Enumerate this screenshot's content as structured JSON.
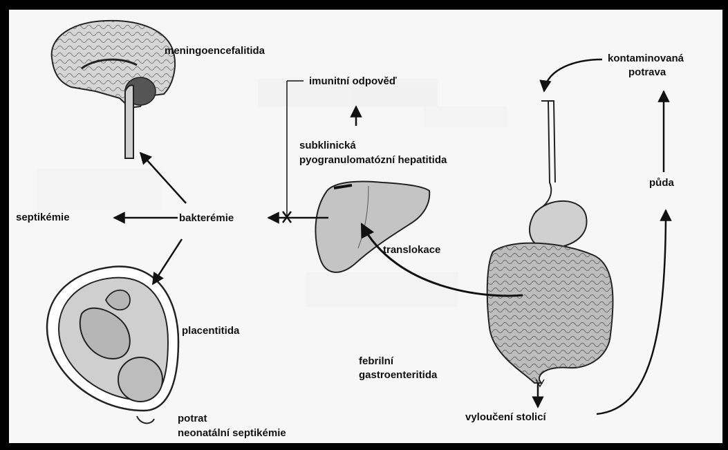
{
  "labels": {
    "meningo": "meningoencefalitida",
    "immune": "imunitní odpověď",
    "contam_1": "kontaminovaná",
    "contam_2": "potrava",
    "subclin_1": "subklinická",
    "subclin_2": "pyogranulomatózní hepatitida",
    "soil": "půda",
    "septic": "septikémie",
    "bacter": "bakterémie",
    "transloc": "translokace",
    "placent": "placentitida",
    "febrile_1": "febrilní",
    "febrile_2": "gastroenteritida",
    "abortion_1": "potrat",
    "abortion_2": "neonatální septikémie",
    "excretion": "vyloučení stolicí"
  },
  "colors": {
    "frame": "#000000",
    "background": "#f7f7f7",
    "organ_fill": "#c9c9c9",
    "ink": "#111111"
  }
}
